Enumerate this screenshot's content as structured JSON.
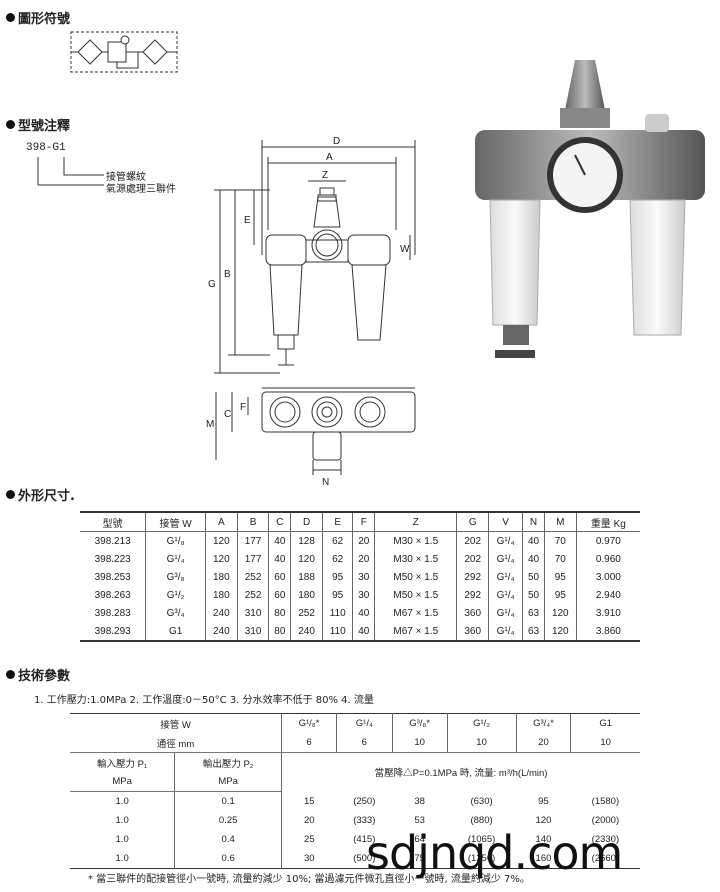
{
  "sections": {
    "symbol": "圖形符號",
    "model_note": "型號注釋",
    "dims": "外形尺寸.",
    "tech": "技術參數"
  },
  "model_code": "398-G1",
  "model_labels": [
    "接管螺紋",
    "氣源處理三聯件"
  ],
  "drawing_letters": {
    "D": "D",
    "A": "A",
    "Z": "Z",
    "E": "E",
    "W": "W",
    "G": "G",
    "B": "B",
    "F": "F",
    "C": "C",
    "M": "M",
    "N": "N"
  },
  "dim_table": {
    "headers": [
      "型號",
      "接管 W",
      "A",
      "B",
      "C",
      "D",
      "E",
      "F",
      "Z",
      "G",
      "V",
      "N",
      "M",
      "重量 Kg"
    ],
    "rows": [
      [
        "398.213",
        "G¹/₈",
        "120",
        "177",
        "40",
        "128",
        "62",
        "20",
        "M30 × 1.5",
        "202",
        "G¹/₄",
        "40",
        "70",
        "0.970"
      ],
      [
        "398.223",
        "G¹/₄",
        "120",
        "177",
        "40",
        "120",
        "62",
        "20",
        "M30 × 1.5",
        "202",
        "G¹/₄",
        "40",
        "70",
        "0.960"
      ],
      [
        "398.253",
        "G³/₈",
        "180",
        "252",
        "60",
        "188",
        "95",
        "30",
        "M50 × 1.5",
        "292",
        "G¹/₄",
        "50",
        "95",
        "3.000"
      ],
      [
        "398.263",
        "G¹/₂",
        "180",
        "252",
        "60",
        "180",
        "95",
        "30",
        "M50 × 1.5",
        "292",
        "G¹/₄",
        "50",
        "95",
        "2.940"
      ],
      [
        "398.283",
        "G³/₄",
        "240",
        "310",
        "80",
        "252",
        "110",
        "40",
        "M67 × 1.5",
        "360",
        "G¹/₄",
        "63",
        "120",
        "3.910"
      ],
      [
        "398.293",
        "G1",
        "240",
        "310",
        "80",
        "240",
        "110",
        "40",
        "M67 × 1.5",
        "360",
        "G¹/₄",
        "63",
        "120",
        "3.860"
      ]
    ]
  },
  "tech_intro": "1. 工作壓力:1.0MPa  2. 工作溫度:0－50°C  3. 分水效率不低于 80%  4. 流量",
  "tech_table": {
    "pipe_label": "接管 W",
    "pipes": [
      "G¹/₈*",
      "G¹/₄",
      "G³/₈*",
      "G¹/₂",
      "G³/₄*",
      "G1"
    ],
    "diam_label": "通徑 mm",
    "diams": [
      "6",
      "6",
      "10",
      "10",
      "20",
      "10"
    ],
    "in_label": "輸入壓力 P₁",
    "out_label": "輸出壓力 P₂",
    "unit": "MPa",
    "drop_note": "當壓降△P=0.1MPa 時, 流量: m³/h(L/min)",
    "rows": [
      [
        "1.0",
        "0.1",
        "15",
        "(250)",
        "38",
        "(630)",
        "95",
        "(1580)"
      ],
      [
        "1.0",
        "0.25",
        "20",
        "(333)",
        "53",
        "(880)",
        "120",
        "(2000)"
      ],
      [
        "1.0",
        "0.4",
        "25",
        "(415)",
        "64",
        "(1065)",
        "140",
        "(2330)"
      ],
      [
        "1.0",
        "0.6",
        "30",
        "(500)",
        "75",
        "(1250)",
        "160",
        "(2660)"
      ]
    ]
  },
  "footnote": "* 當三聯件的配接管徑小一號時, 流量約減少 10%; 當過濾元件微孔直徑小一號時, 流量約減少 7%。",
  "watermark": "sdjnqd.com"
}
